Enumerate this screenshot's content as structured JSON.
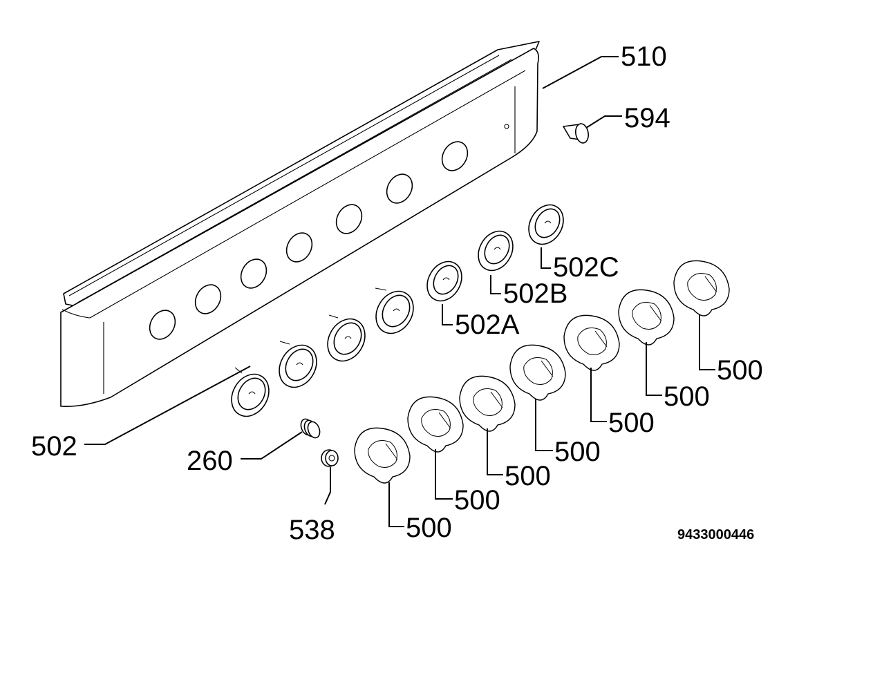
{
  "labels": {
    "l510": "510",
    "l594": "594",
    "l502C": "502C",
    "l502B": "502B",
    "l502A": "502A",
    "l502": "502",
    "l260": "260",
    "l538": "538",
    "k1": "500",
    "k2": "500",
    "k3": "500",
    "k4": "500",
    "k5": "500",
    "k6": "500",
    "k7": "500"
  },
  "document_number": "9433000446"
}
